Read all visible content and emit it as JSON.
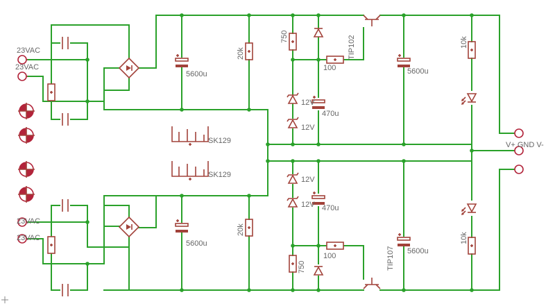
{
  "schematic": {
    "ac_inputs": [
      "23VAC",
      "23VAC",
      "23VAC",
      "23VAC"
    ],
    "heatsinks": [
      "SK129",
      "SK129"
    ],
    "resistors": {
      "top_bleeder": "20k",
      "bottom_bleeder": "20k",
      "top_zener_bias": "750",
      "bottom_zener_bias": "750",
      "top_base": "100",
      "bottom_base": "100",
      "top_led": "10k",
      "bottom_led": "10k"
    },
    "capacitors": {
      "top_main": "5600u",
      "bottom_main": "5600u",
      "top_output": "5600u",
      "bottom_output": "5600u",
      "top_ref": "470u",
      "bottom_ref": "470u"
    },
    "zeners": {
      "top_a": "12V",
      "top_b": "12V",
      "bottom_a": "12V",
      "bottom_b": "12V"
    },
    "transistors": {
      "top": "TIP102",
      "bottom": "TIP107"
    },
    "output_label": "V+ GND V-"
  }
}
